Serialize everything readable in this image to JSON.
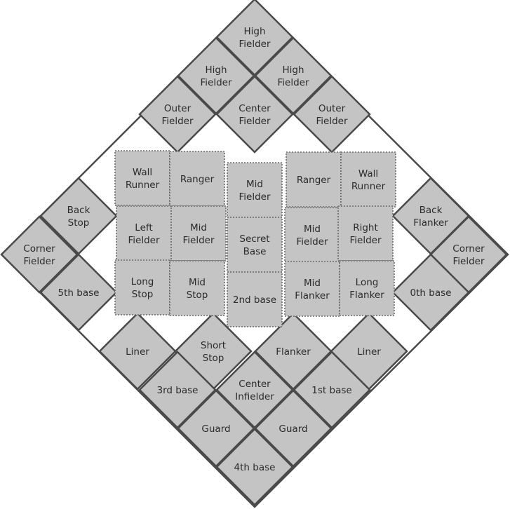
{
  "outer_squares": [
    {
      "id": "high-fielder-top",
      "lines": [
        "High",
        "Fielder"
      ]
    },
    {
      "id": "high-fielder-left",
      "lines": [
        "High",
        "Fielder"
      ]
    },
    {
      "id": "high-fielder-right",
      "lines": [
        "High",
        "Fielder"
      ]
    },
    {
      "id": "outer-fielder-left",
      "lines": [
        "Outer",
        "Fielder"
      ]
    },
    {
      "id": "center-fielder",
      "lines": [
        "Center",
        "Fielder"
      ]
    },
    {
      "id": "outer-fielder-right",
      "lines": [
        "Outer",
        "Fielder"
      ]
    },
    {
      "id": "back-stop",
      "lines": [
        "Back",
        "Stop"
      ]
    },
    {
      "id": "corner-fielder-left",
      "lines": [
        "Corner",
        "Fielder"
      ]
    },
    {
      "id": "fifth-base",
      "lines": [
        "5th base"
      ]
    },
    {
      "id": "back-flanker",
      "lines": [
        "Back",
        "Flanker"
      ]
    },
    {
      "id": "corner-fielder-right",
      "lines": [
        "Corner",
        "Fielder"
      ]
    },
    {
      "id": "zeroth-base",
      "lines": [
        "0th base"
      ]
    },
    {
      "id": "liner-left",
      "lines": [
        "Liner"
      ]
    },
    {
      "id": "short-stop",
      "lines": [
        "Short",
        "Stop"
      ]
    },
    {
      "id": "flanker",
      "lines": [
        "Flanker"
      ]
    },
    {
      "id": "liner-right",
      "lines": [
        "Liner"
      ]
    },
    {
      "id": "third-base",
      "lines": [
        "3rd base"
      ]
    },
    {
      "id": "center-infielder",
      "lines": [
        "Center",
        "Infielder"
      ]
    },
    {
      "id": "first-base",
      "lines": [
        "1st base"
      ]
    },
    {
      "id": "guard-left",
      "lines": [
        "Guard"
      ]
    },
    {
      "id": "guard-right",
      "lines": [
        "Guard"
      ]
    },
    {
      "id": "fourth-base",
      "lines": [
        "4th base"
      ]
    }
  ],
  "inner_boxes": [
    {
      "id": "wall-runner-left",
      "lines": [
        "Wall",
        "Runner"
      ]
    },
    {
      "id": "ranger-left",
      "lines": [
        "Ranger"
      ]
    },
    {
      "id": "mid-fielder-center",
      "lines": [
        "Mid",
        "Fielder"
      ]
    },
    {
      "id": "ranger-right",
      "lines": [
        "Ranger"
      ]
    },
    {
      "id": "wall-runner-right",
      "lines": [
        "Wall",
        "Runner"
      ]
    },
    {
      "id": "left-fielder",
      "lines": [
        "Left",
        "Fielder"
      ]
    },
    {
      "id": "mid-fielder-left",
      "lines": [
        "Mid",
        "Fielder"
      ]
    },
    {
      "id": "secret-base",
      "lines": [
        "Secret",
        "Base"
      ]
    },
    {
      "id": "mid-fielder-right",
      "lines": [
        "Mid",
        "Fielder"
      ]
    },
    {
      "id": "right-fielder",
      "lines": [
        "Right",
        "Fielder"
      ]
    },
    {
      "id": "long-stop",
      "lines": [
        "Long",
        "Stop"
      ]
    },
    {
      "id": "mid-stop",
      "lines": [
        "Mid",
        "Stop"
      ]
    },
    {
      "id": "second-base",
      "lines": [
        "2nd base"
      ]
    },
    {
      "id": "mid-flanker",
      "lines": [
        "Mid",
        "Flanker"
      ]
    },
    {
      "id": "long-flanker",
      "lines": [
        "Long",
        "Flanker"
      ]
    }
  ]
}
